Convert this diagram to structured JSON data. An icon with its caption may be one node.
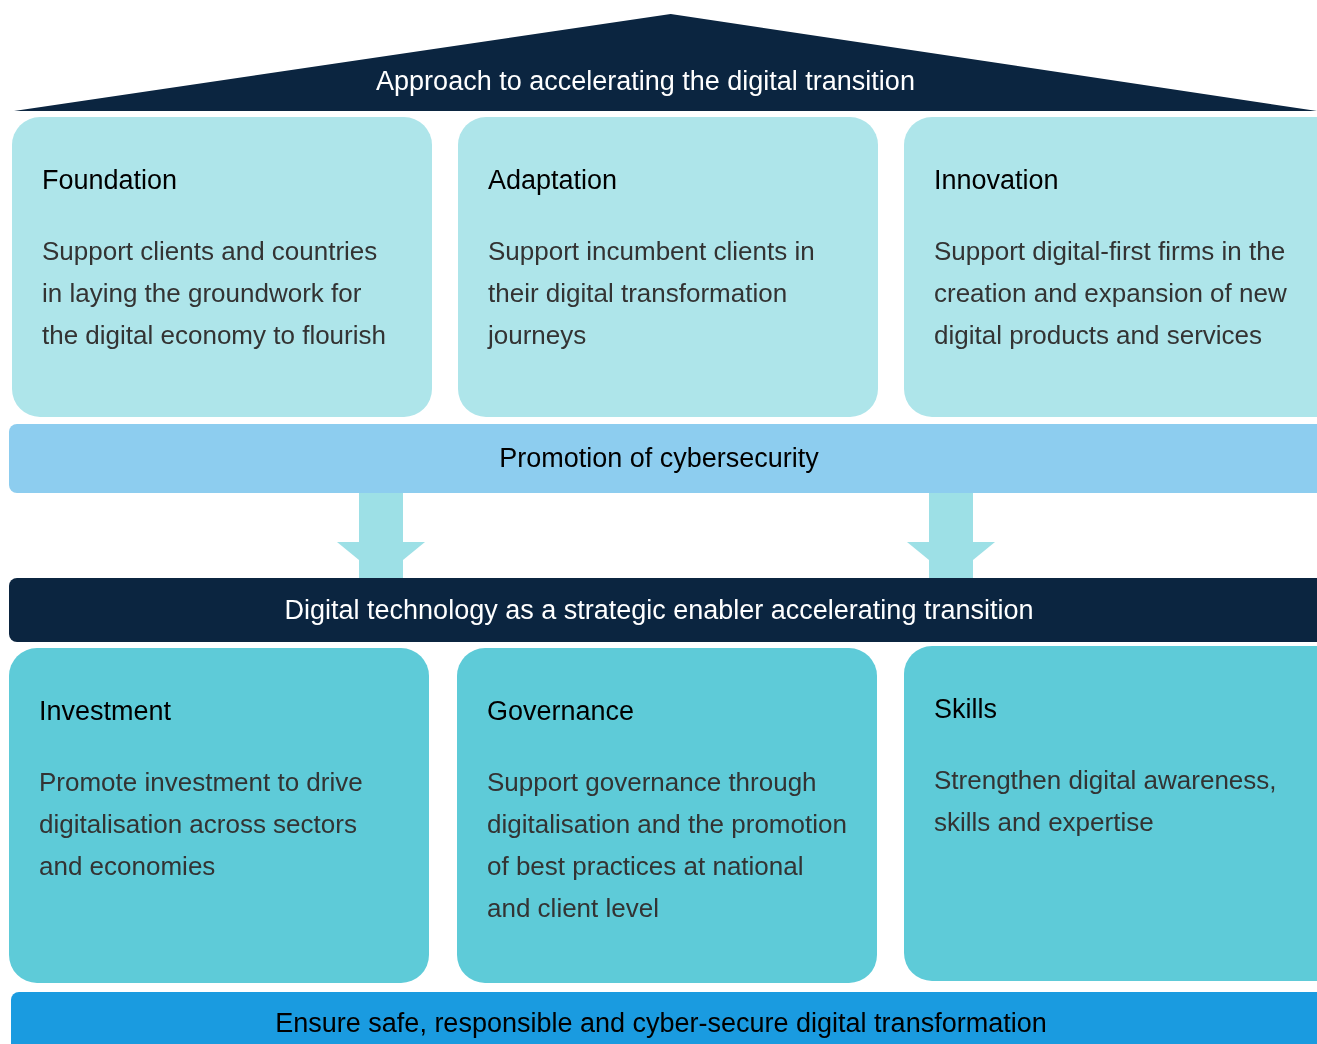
{
  "diagram": {
    "nodes": [
      {
        "text": [
          "Approach to accelerating the digital transition"
        ]
      },
      {
        "text": [
          "Foundation",
          "Support clients and countries in laying the groundwork for the digital economy to flourish"
        ]
      },
      {
        "text": [
          "Adaptation",
          "Support incumbent clients in their digital transformation journeys"
        ]
      },
      {
        "text": [
          "Innovation",
          "Support digital-first firms in the creation and expansion of new digital products and services"
        ]
      },
      {
        "text": [
          "Promotion of cybersecurity"
        ]
      },
      {
        "text": [
          "Digital technology as a strategic enabler accelerating transition"
        ]
      },
      {
        "text": [
          "Investment",
          "Promote investment to drive digitalisation across sectors and economies"
        ]
      },
      {
        "text": [
          "Governance",
          "Support governance through digitalisation and the promotion of best practices at national and client level"
        ]
      },
      {
        "text": [
          "Skills",
          "Strengthen digital awareness, skills and expertise"
        ]
      },
      {
        "text": [
          "Ensure safe, responsible and cyber-secure digital transformation"
        ]
      }
    ],
    "edges": [
      {
        "from": 4,
        "to": 5,
        "arrow": "to"
      },
      {
        "from": 4,
        "to": 5,
        "arrow": "to"
      }
    ]
  }
}
